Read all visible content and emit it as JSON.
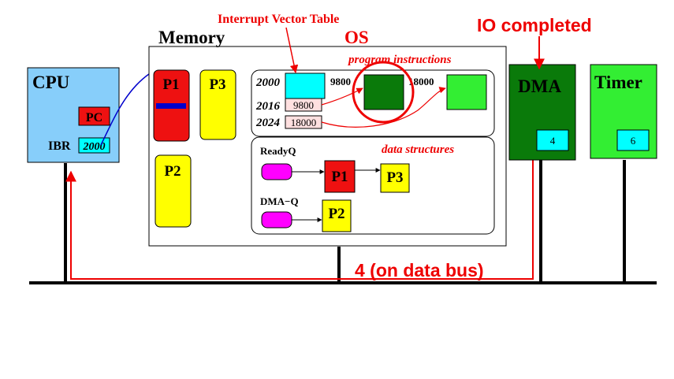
{
  "colors": {
    "cpu": "#87CEFA",
    "memory": "#FFFFFF",
    "process_p1": "#EE1111",
    "process_yellow": "#FFFF00",
    "dma": "#0A7A0A",
    "timer": "#33EE33",
    "cyan": "#00FFFF",
    "accent_red": "#EE0000",
    "arrow_blue": "#0000CC",
    "ready_head": "#FF00FF",
    "pink": "#FFE0E0"
  },
  "cpu": {
    "title": "CPU",
    "pc_label": "PC",
    "ibr_label": "IBR",
    "ibr_value": "2000"
  },
  "memory": {
    "title": "Memory",
    "os_label": "OS",
    "processes": [
      "P1",
      "P3",
      "P2"
    ]
  },
  "ivt": {
    "title": "Interrupt Vector Table",
    "section_label": "program instructions",
    "addresses": [
      "2000",
      "2016",
      "2024"
    ],
    "entries": [
      "9800",
      "18000"
    ],
    "target_labels": [
      "9800",
      "18000"
    ]
  },
  "data_structures": {
    "section_label": "data structures",
    "ready_q_label": "ReadyQ",
    "ready_q_items": [
      "P1",
      "P3"
    ],
    "dma_q_label": "DMA−Q",
    "dma_q_items": [
      "P2"
    ]
  },
  "dma": {
    "title": "DMA",
    "register_value": "4",
    "event_label": "IO completed"
  },
  "timer": {
    "title": "Timer",
    "register_value": "6"
  },
  "bus": {
    "label": "4 (on data bus)"
  }
}
